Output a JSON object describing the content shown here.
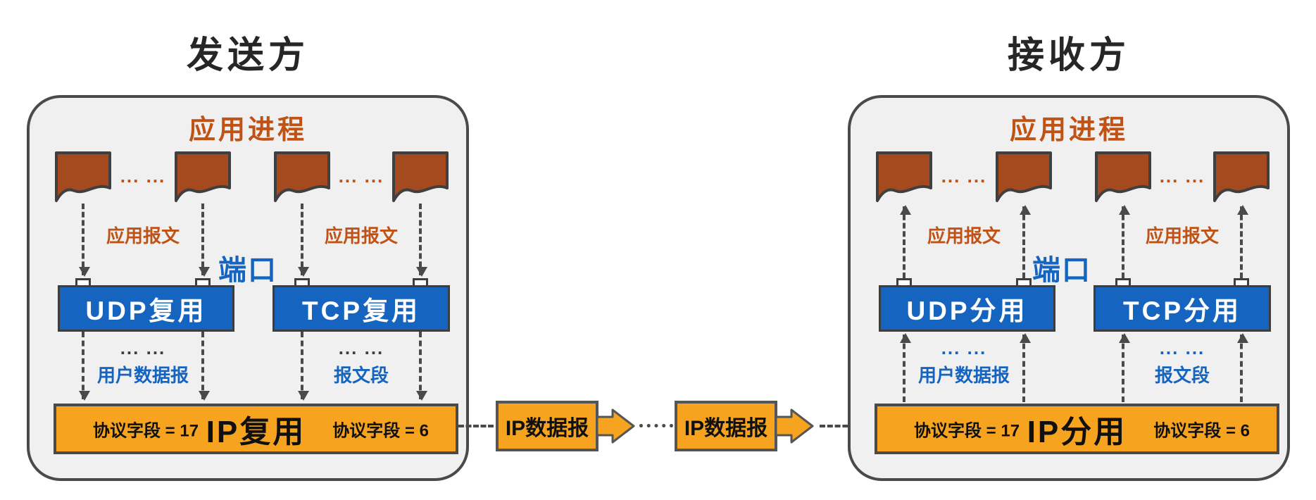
{
  "colors": {
    "panel_bg": "#f0f0f0",
    "outline": "#4a4a4a",
    "blue": "#1565c0",
    "orange_box": "#f6a41f",
    "orange_text": "#c05215",
    "doc_fill": "#a5491e"
  },
  "sender": {
    "title": "发送方",
    "app_process": "应用进程",
    "doc_dots_1": "... ...",
    "doc_dots_2": "... ...",
    "app_msg_1": "应用报文",
    "app_msg_2": "应用报文",
    "port": "端口",
    "udp": "UDP复用",
    "tcp": "TCP复用",
    "lower_dots_1": "... ...",
    "lower_dots_2": "... ...",
    "udp_out": "用户数据报",
    "tcp_out": "报文段",
    "proto_udp": "协议字段 = 17",
    "ip": "IP复用",
    "proto_tcp": "协议字段 = 6"
  },
  "receiver": {
    "title": "接收方",
    "app_process": "应用进程",
    "doc_dots_1": "... ...",
    "doc_dots_2": "... ...",
    "app_msg_1": "应用报文",
    "app_msg_2": "应用报文",
    "port": "端口",
    "udp": "UDP分用",
    "tcp": "TCP分用",
    "lower_dots_1": "... ...",
    "lower_dots_2": "... ...",
    "udp_out": "用户数据报",
    "tcp_out": "报文段",
    "proto_udp": "协议字段 = 17",
    "ip": "IP分用",
    "proto_tcp": "协议字段 = 6"
  },
  "middle": {
    "datagram_1": "IP数据报",
    "datagram_2": "IP数据报"
  }
}
